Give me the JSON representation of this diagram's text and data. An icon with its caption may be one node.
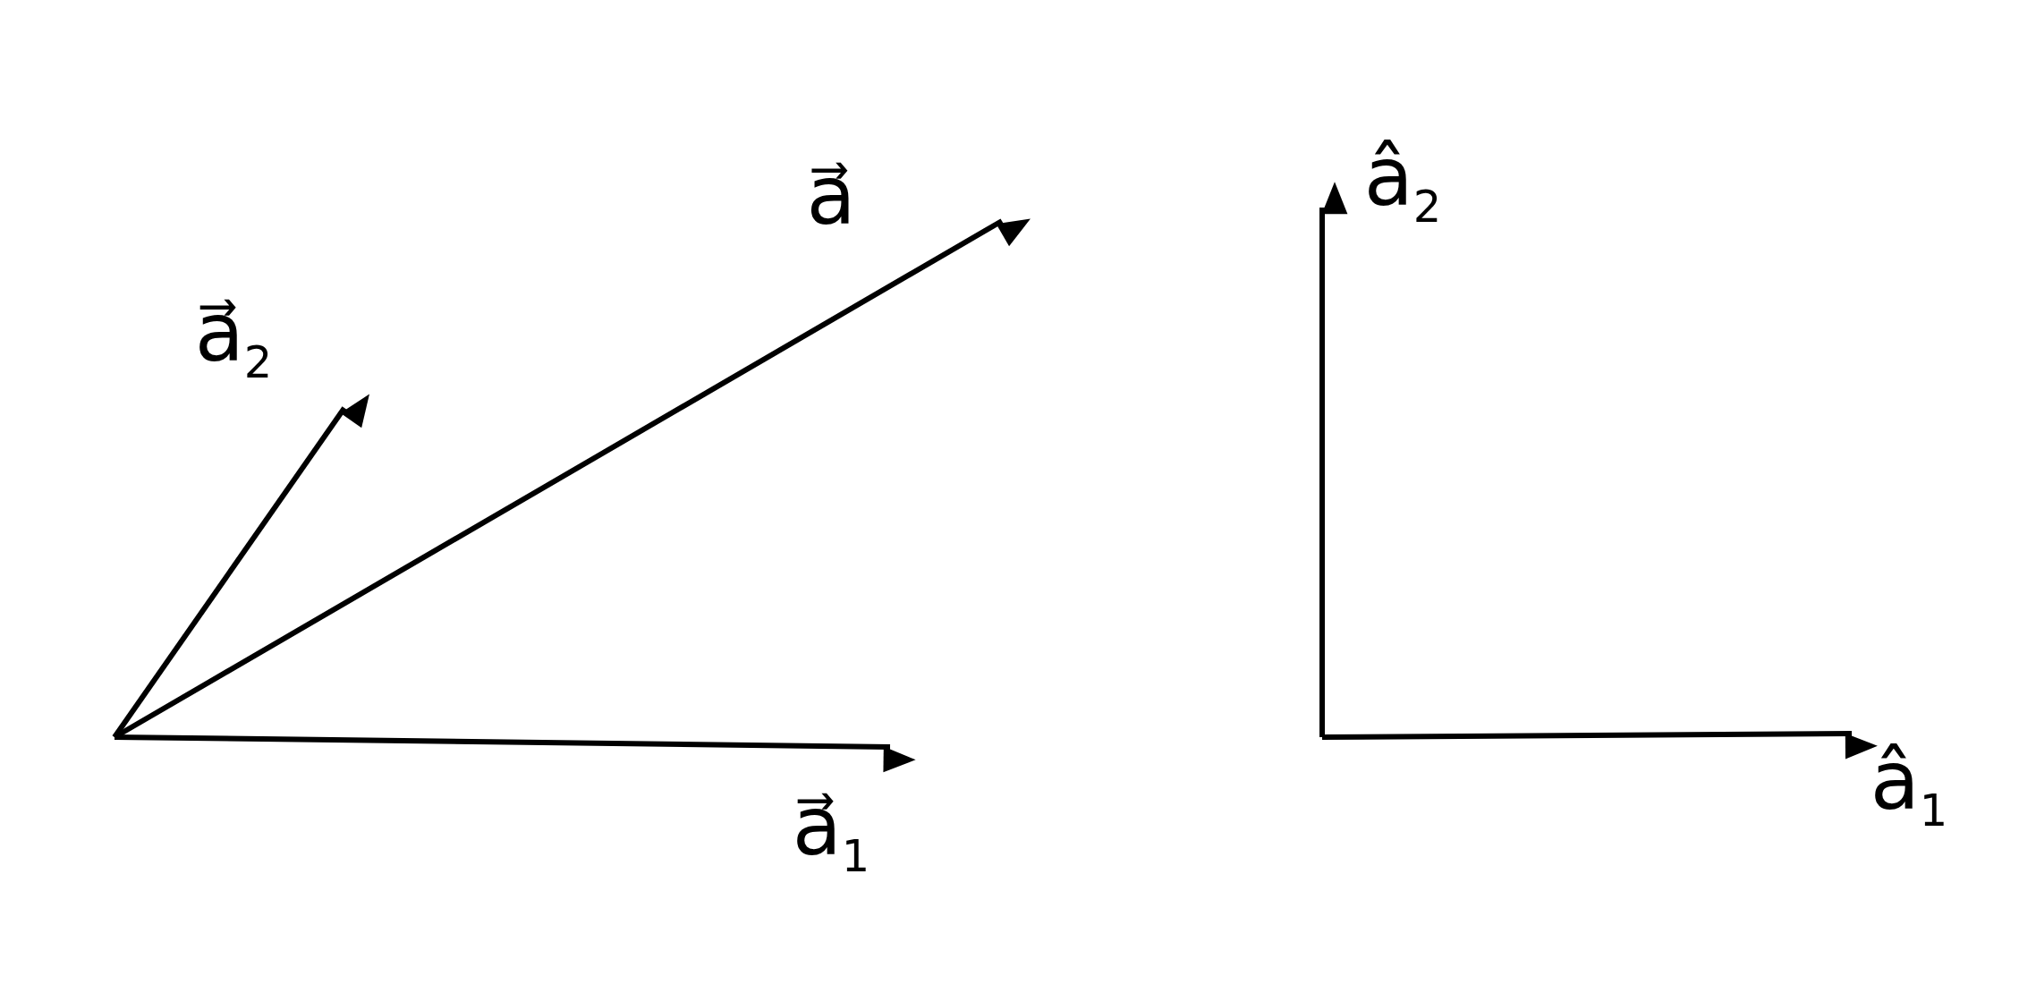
{
  "diagram": {
    "labels": [
      "a⃗$_{2}$",
      "a⃗",
      "a⃗$_{1}$",
      "â$_{2}$",
      "â$_{1}$"
    ]
  }
}
